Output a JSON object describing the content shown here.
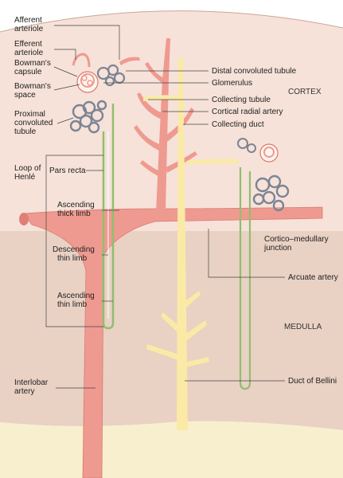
{
  "zones": {
    "cortex": "CORTEX",
    "medulla": "MEDULLA"
  },
  "labels": {
    "afferent_1": "Afferent",
    "afferent_2": "arteriole",
    "efferent_1": "Efferent",
    "efferent_2": "arteriole",
    "bowmans_capsule_1": "Bowman's",
    "bowmans_capsule_2": "capsule",
    "bowmans_space_1": "Bowman's",
    "bowmans_space_2": "space",
    "proximal_1": "Proximal",
    "proximal_2": "convoluted",
    "proximal_3": "tubule",
    "loop_1": "Loop of",
    "loop_2": "Henlé",
    "pars_recta": "Pars recta",
    "asc_thick_1": "Ascending",
    "asc_thick_2": "thick limb",
    "desc_thin_1": "Descending",
    "desc_thin_2": "thin limb",
    "asc_thin_1": "Ascending",
    "asc_thin_2": "thin limb",
    "interlobar_1": "Interlobar",
    "interlobar_2": "artery",
    "distal": "Distal convoluted tubule",
    "glomerulus": "Glomerulus",
    "collecting_tubule": "Collecting tubule",
    "cortical_radial": "Cortical radial artery",
    "collecting_duct": "Collecting duct",
    "cortico_1": "Cortico–medullary",
    "cortico_2": "junction",
    "arcuate": "Arcuate artery",
    "bellini": "Duct of Bellini"
  },
  "colors": {
    "cortex": "#f6e2d9",
    "medulla": "#e9d1c4",
    "papilla": "#f8efcf",
    "artery": "#ef9a90",
    "artery_edge": "#d97a70",
    "duct": "#faeaa6",
    "tubule_green": "#8fbf6d",
    "tubule_gray": "#7c8494",
    "leader": "#444444"
  },
  "icons": {
    "glomerulus": "glomerulus-icon",
    "proximal_tubule": "convoluted-tubule-icon"
  }
}
